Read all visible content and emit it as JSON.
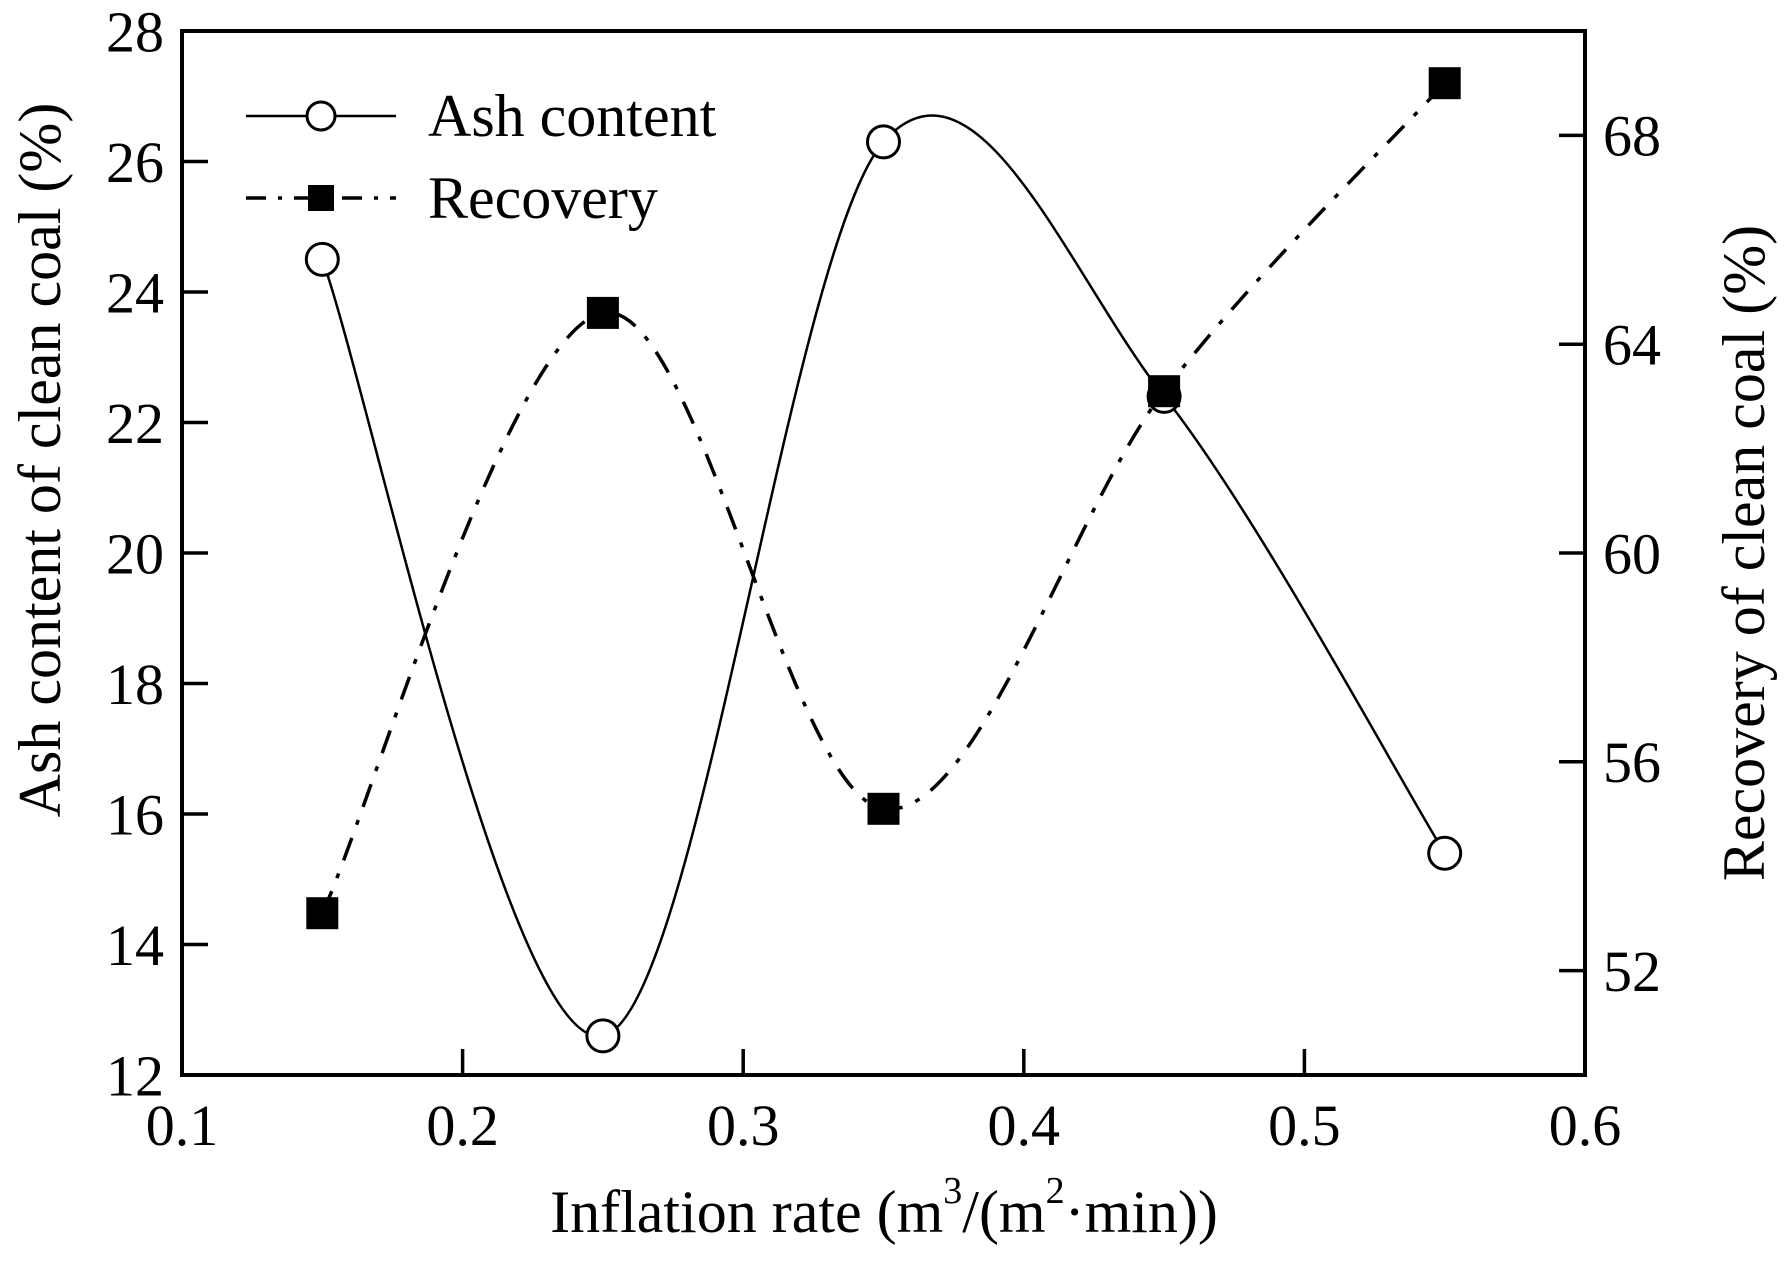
{
  "chart_data": {
    "type": "line",
    "title": "",
    "xlabel": "Inflation rate (m³/(m²·min))",
    "xlabel_parts": {
      "p1": "Inflation rate (m",
      "sup1": "3",
      "p2": "/(m",
      "sup2": "2",
      "p3": "·min))"
    },
    "ylabel_left": "Ash content of clean coal  (%)",
    "ylabel_right": "Recovery of clean coal (%)",
    "xlim": [
      0.1,
      0.6
    ],
    "ylim_left": [
      12,
      28
    ],
    "ylim_right": [
      50,
      70
    ],
    "x_tick_labels": [
      "0.1",
      "0.2",
      "0.3",
      "0.4",
      "0.5",
      "0.6"
    ],
    "x_ticks": [
      0.1,
      0.2,
      0.3,
      0.4,
      0.5,
      0.6
    ],
    "left_ticks": [
      12,
      14,
      16,
      18,
      20,
      22,
      24,
      26,
      28
    ],
    "right_ticks": [
      52,
      56,
      60,
      64,
      68
    ],
    "grid": false,
    "legend_position": "top-left-inside",
    "x": [
      0.15,
      0.25,
      0.35,
      0.45,
      0.55
    ],
    "series": [
      {
        "name": "Ash content",
        "axis": "left",
        "marker": "open-circle",
        "line_style": "solid",
        "values": [
          24.5,
          12.6,
          26.3,
          22.4,
          15.4
        ]
      },
      {
        "name": "Recovery",
        "axis": "right",
        "marker": "filled-square",
        "line_style": "dash-dot",
        "values": [
          53.1,
          64.6,
          55.1,
          63.1,
          69.0
        ]
      }
    ],
    "colors": {
      "foreground": "#000000",
      "background": "#ffffff"
    }
  }
}
